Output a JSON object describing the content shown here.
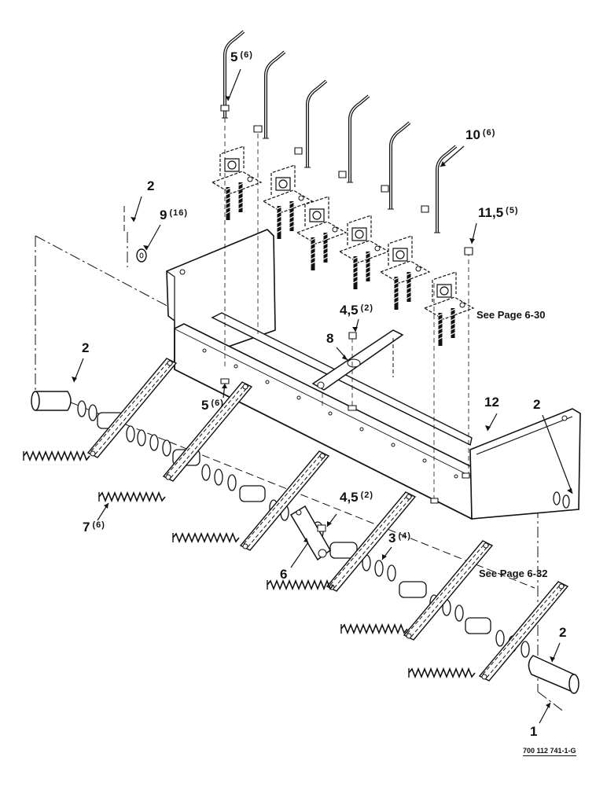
{
  "callouts": {
    "c5_top": {
      "num": "5",
      "qty": "(6)"
    },
    "c10": {
      "num": "10",
      "qty": "(6)"
    },
    "c2_left": {
      "num": "2",
      "qty": ""
    },
    "c9": {
      "num": "9",
      "qty": "(16)"
    },
    "c11": {
      "num": "11,5",
      "qty": "(5)"
    },
    "c4a": {
      "num": "4,5",
      "qty": "(2)"
    },
    "c8": {
      "num": "8",
      "qty": ""
    },
    "c2_mid": {
      "num": "2",
      "qty": ""
    },
    "c5_mid": {
      "num": "5",
      "qty": "(6)"
    },
    "c12": {
      "num": "12",
      "qty": ""
    },
    "c2_right": {
      "num": "2",
      "qty": ""
    },
    "c4b": {
      "num": "4,5",
      "qty": "(2)"
    },
    "c7": {
      "num": "7",
      "qty": "(6)"
    },
    "c3": {
      "num": "3",
      "qty": "(4)"
    },
    "c6": {
      "num": "6",
      "qty": ""
    },
    "c2_bot": {
      "num": "2",
      "qty": ""
    },
    "c1": {
      "num": "1",
      "qty": ""
    }
  },
  "notes": {
    "page_ref_top": "See Page 6-30",
    "page_ref_bottom": "See Page 6-32"
  },
  "drawing_number": "700 112 741-1-G"
}
